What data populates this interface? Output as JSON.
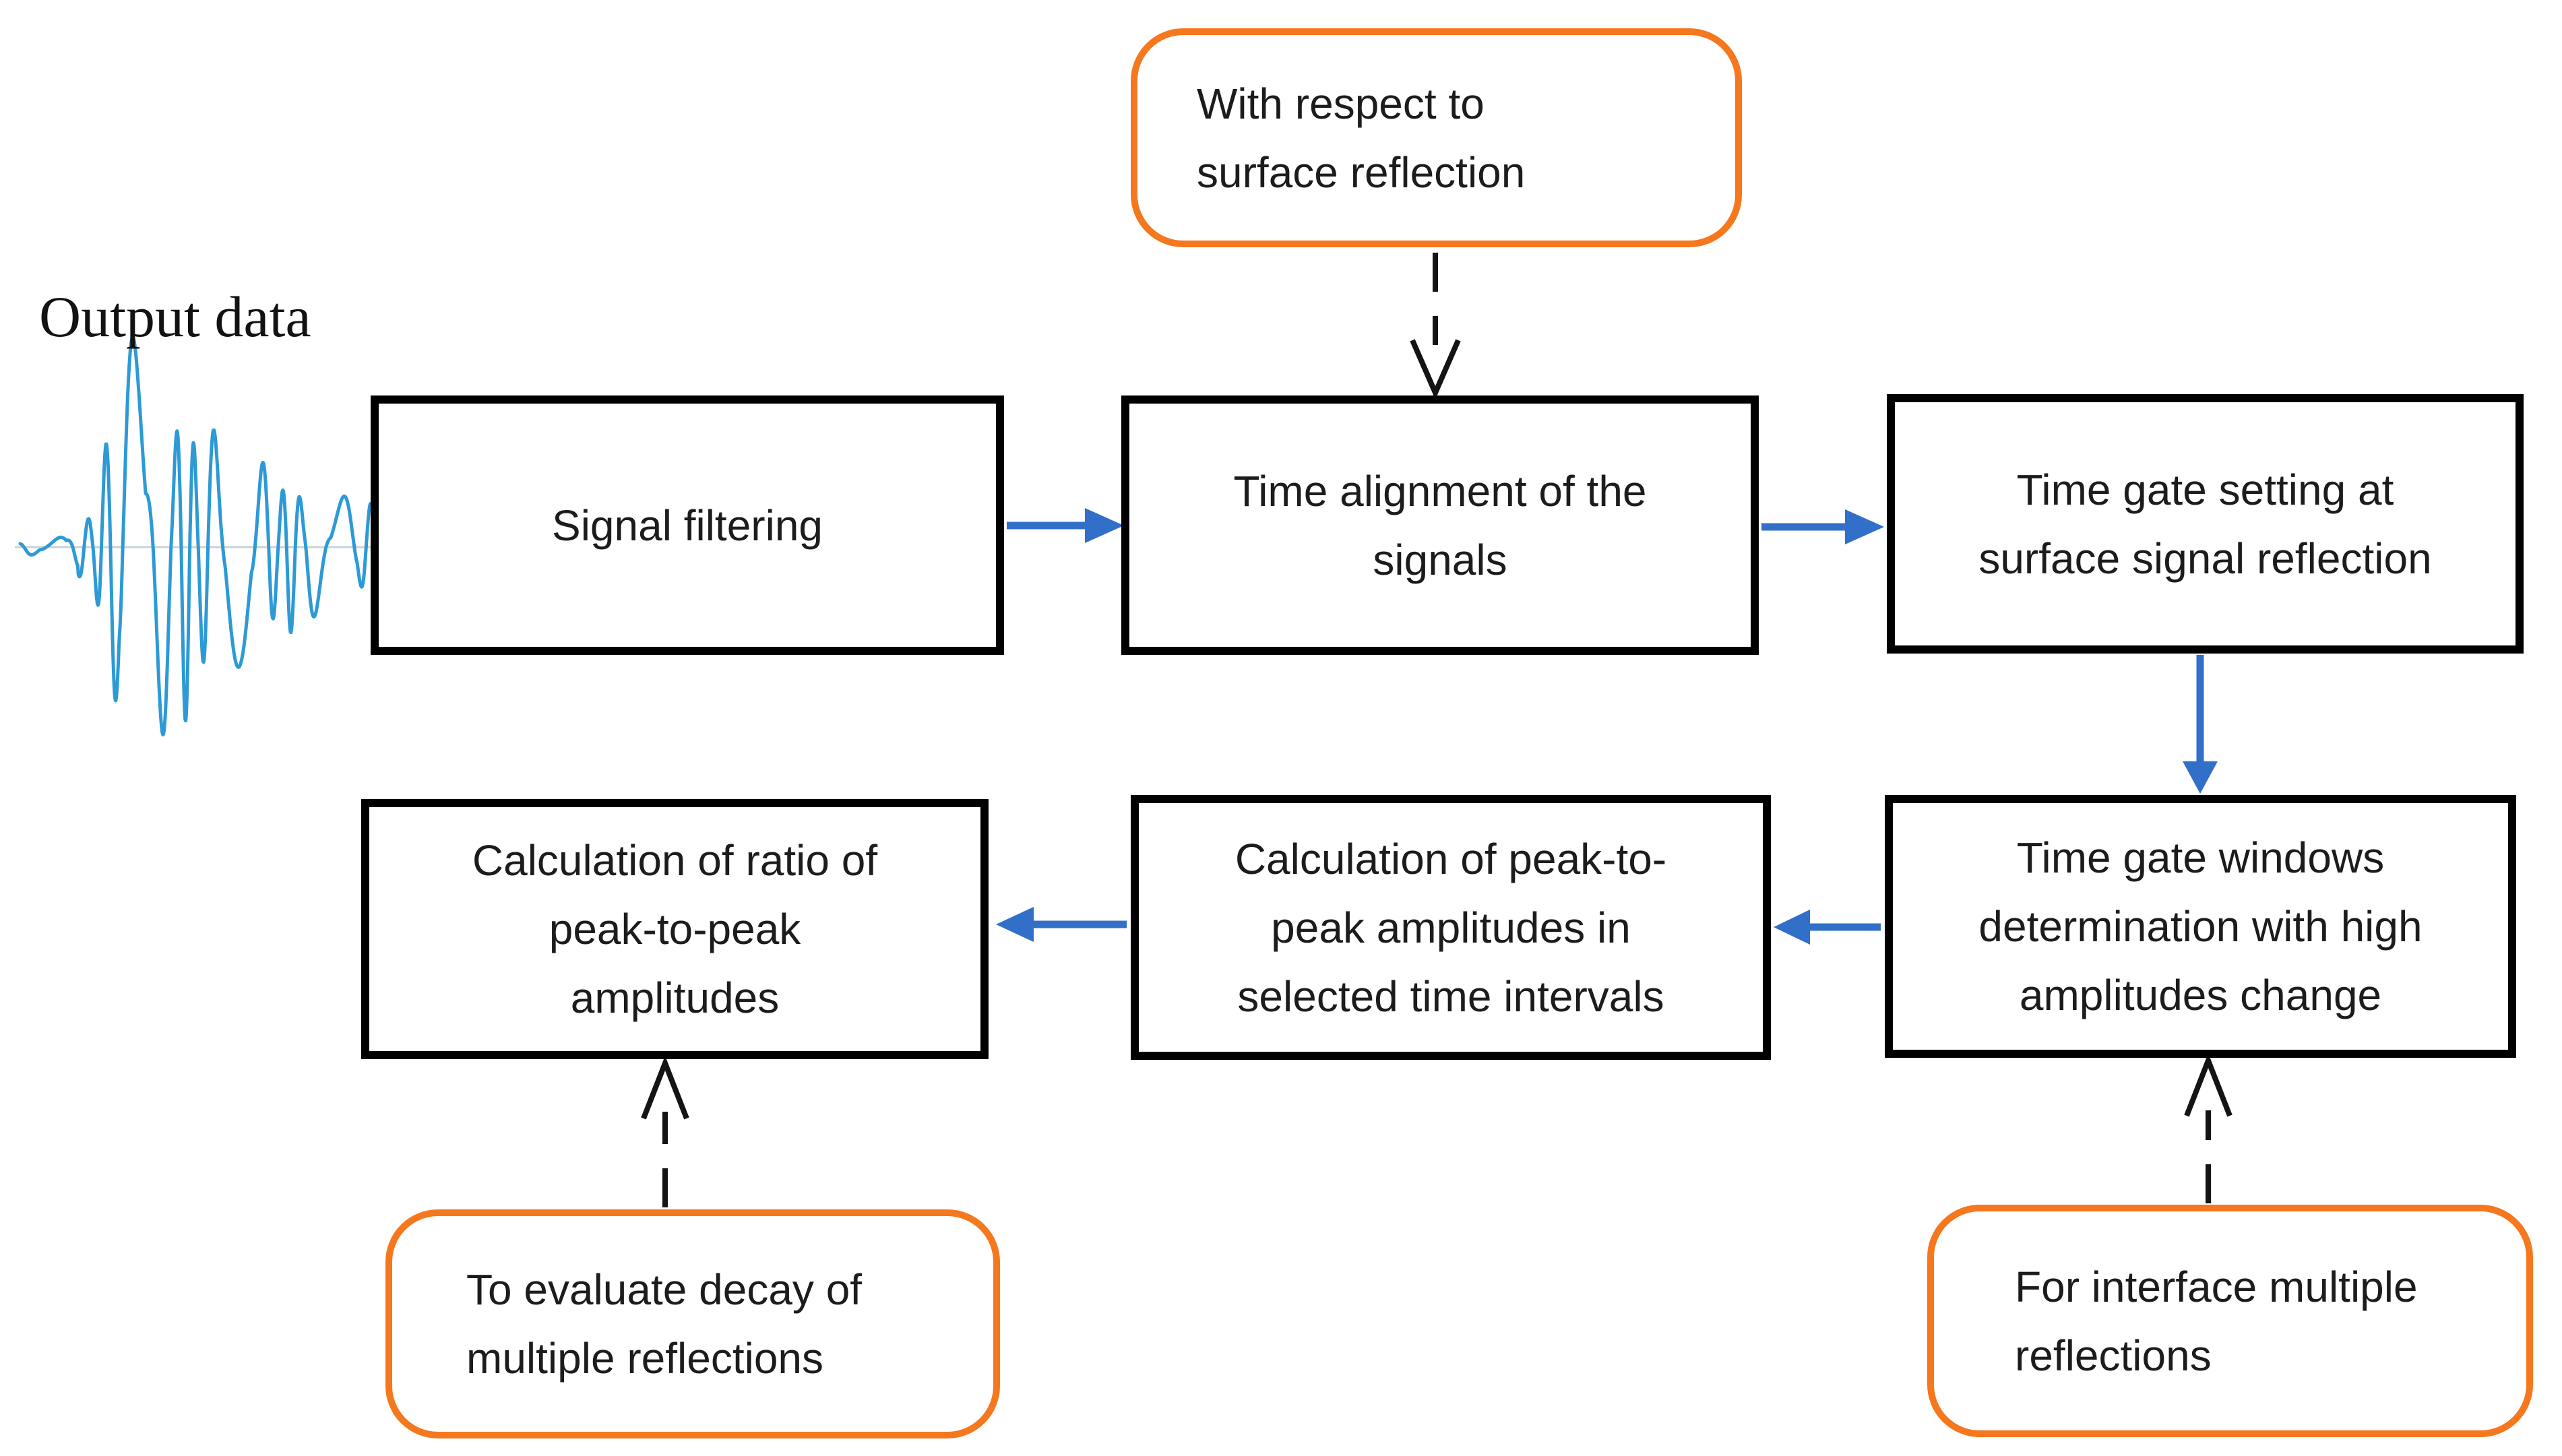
{
  "diagram": {
    "output_label": "Output data",
    "colors": {
      "arrow_blue": "#316FC8",
      "accent_orange": "#F5771E",
      "waveform_blue": "#2D9AD6",
      "box_border_black": "#000000"
    },
    "nodes": {
      "note_top": {
        "type": "annotation",
        "lines": [
          "With respect to",
          "surface reflection"
        ]
      },
      "signal_filtering": {
        "type": "process",
        "lines": [
          "Signal filtering"
        ]
      },
      "time_alignment": {
        "type": "process",
        "lines": [
          "Time alignment of the",
          "signals"
        ]
      },
      "time_gate_setting": {
        "type": "process",
        "lines": [
          "Time gate setting at",
          "surface signal reflection"
        ]
      },
      "time_gate_windows": {
        "type": "process",
        "lines": [
          "Time gate windows",
          "determination with high",
          "amplitudes change"
        ]
      },
      "calc_peak_to_peak": {
        "type": "process",
        "lines": [
          "Calculation of peak-to-",
          "peak amplitudes in",
          "selected time intervals"
        ]
      },
      "calc_ratio": {
        "type": "process",
        "lines": [
          "Calculation of ratio of",
          "peak-to-peak",
          "amplitudes"
        ]
      },
      "note_decay": {
        "type": "annotation",
        "lines": [
          "To evaluate decay of",
          "multiple reflections"
        ]
      },
      "note_interface": {
        "type": "annotation",
        "lines": [
          "For interface multiple",
          "reflections"
        ]
      }
    },
    "connections": [
      {
        "from": "output_waveform",
        "to": "signal_filtering",
        "style": "adjacent"
      },
      {
        "from": "signal_filtering",
        "to": "time_alignment",
        "style": "solid-blue-arrow"
      },
      {
        "from": "time_alignment",
        "to": "time_gate_setting",
        "style": "solid-blue-arrow"
      },
      {
        "from": "time_gate_setting",
        "to": "time_gate_windows",
        "style": "solid-blue-arrow"
      },
      {
        "from": "time_gate_windows",
        "to": "calc_peak_to_peak",
        "style": "solid-blue-arrow"
      },
      {
        "from": "calc_peak_to_peak",
        "to": "calc_ratio",
        "style": "solid-blue-arrow"
      },
      {
        "from": "note_top",
        "to": "time_alignment",
        "style": "dashed-black-arrow"
      },
      {
        "from": "note_decay",
        "to": "calc_ratio",
        "style": "dashed-black-arrow"
      },
      {
        "from": "note_interface",
        "to": "time_gate_windows",
        "style": "dashed-black-arrow"
      }
    ]
  }
}
